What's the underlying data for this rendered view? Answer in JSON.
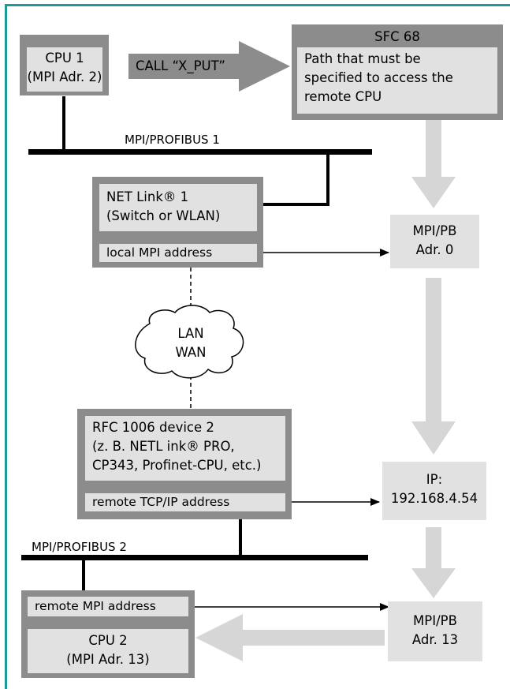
{
  "cpu1": {
    "line1": "CPU 1",
    "line2": "(MPI Adr. 2)"
  },
  "call_label": "CALL “X_PUT”",
  "sfc": {
    "title": "SFC 68",
    "lines": [
      "Path that must be",
      "specified to access the",
      "remote CPU"
    ]
  },
  "bus1_label": "MPI/PROFIBUS 1",
  "netlink1": {
    "line1": "NET Link® 1",
    "line2": "(Switch or WLAN)",
    "address_label": "local MPI address"
  },
  "cloud": {
    "line1": "LAN",
    "line2": "WAN"
  },
  "rfc": {
    "lines": [
      "RFC 1006 device 2",
      "(z. B. NETL ink® PRO,",
      "CP343, Profinet-CPU, etc.)"
    ],
    "address_label": "remote TCP/IP address"
  },
  "bus2_label": "MPI/PROFIBUS 2",
  "cpu2": {
    "address_label": "remote MPI address",
    "line1": "CPU 2",
    "line2": "(MPI Adr. 13)"
  },
  "path": {
    "mpi_pb_0": {
      "line1": "MPI/PB",
      "line2": "Adr. 0"
    },
    "ip": {
      "line1": "IP:",
      "line2": "192.168.4.54"
    },
    "mpi_pb_13": {
      "line1": "MPI/PB",
      "line2": "Adr. 13"
    }
  },
  "colors": {
    "frame": "#1a9a9a",
    "dark_box": "#8c8c8c",
    "light_box": "#e1e1e1",
    "arrow": "#d6d6d6",
    "call_arrow": "#8c8c8c"
  }
}
